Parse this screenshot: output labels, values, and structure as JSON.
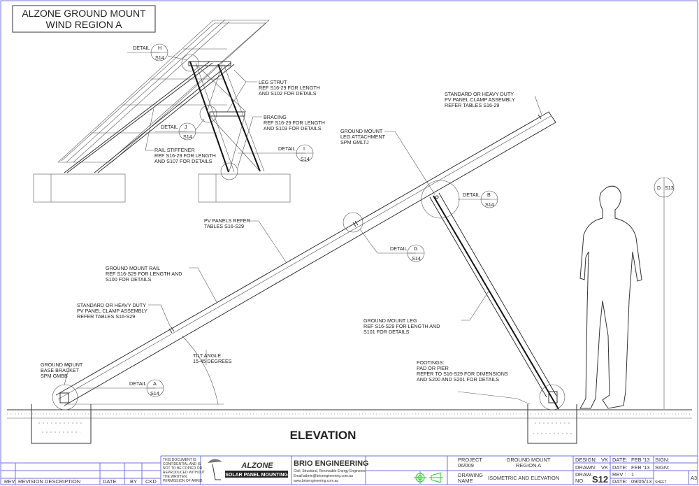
{
  "title": {
    "line1": "ALZONE GROUND MOUNT",
    "line2": "WIND REGION A"
  },
  "view_label": "ELEVATION",
  "details": [
    {
      "name": "detail-h",
      "label": "DETAIL",
      "letter": "H",
      "sheet": "S14"
    },
    {
      "name": "detail-j",
      "label": "DETAIL",
      "letter": "J",
      "sheet": "S14"
    },
    {
      "name": "detail-i",
      "label": "DETAIL",
      "letter": "I",
      "sheet": "S14"
    },
    {
      "name": "detail-b",
      "label": "DETAIL",
      "letter": "B",
      "sheet": "S14"
    },
    {
      "name": "detail-g",
      "label": "DETAIL",
      "letter": "G",
      "sheet": "S14"
    },
    {
      "name": "detail-a",
      "label": "DETAIL",
      "letter": "A",
      "sheet": "S14"
    },
    {
      "name": "detail-d",
      "label": "",
      "letter": "D",
      "sheet": "S13"
    }
  ],
  "notes": {
    "leg_strut": [
      "LEG STRUT",
      "REF S16-29 FOR LENGTH",
      "AND S102 FOR DETAILS"
    ],
    "bracing": [
      "BRACING",
      "REF S16-29 FOR LENGTH",
      "AND S103 FOR DETAILS"
    ],
    "rail_stiffener": [
      "RAIL STIFFENER",
      "REF S16-29 FOR LENGTH",
      "AND S107 FOR DETAILS"
    ],
    "clamp_top": [
      "STANDARD OR HEAVY DUTY",
      "PV PANEL CLAMP ASSEMBLY",
      "REFER TABLES S16-29"
    ],
    "leg_attachment": [
      "GROUND MOUNT",
      "LEG ATTACHMENT",
      "SPM GMLTJ"
    ],
    "pv_panels": [
      "PV PANELS REFER",
      "TABLES S16-S29"
    ],
    "rail": [
      "GROUND MOUNT RAIL",
      "REF S16-S29 FOR LENGTH AND",
      "S100 FOR DETAILS"
    ],
    "clamp_low": [
      "STANDARD OR HEAVY DUTY",
      "PV PANEL CLAMP ASSEMBLY",
      "REFER TABLES S16-S29"
    ],
    "leg": [
      "GROUND MOUNT LEG",
      "REF S16-S29 FOR LENGTH AND",
      "S101 FOR DETAILS"
    ],
    "tilt": [
      "TILT ANGLE",
      "15-45 DEGREES"
    ],
    "base_bracket": [
      "GROUND MOUNT",
      "BASE BRACKET",
      "SPM GMBB"
    ],
    "footings": [
      "FOOTINGS:",
      "PAD OR PIER",
      "REFER TO S16-S29 FOR DIMENSIONS",
      "AND S200 AND S201 FOR DETAILS"
    ]
  },
  "title_block": {
    "rev_headers": [
      "REV",
      "REVISION DESCRIPTION",
      "DATE",
      "BY",
      "CKD"
    ],
    "notice": [
      "THIS DOCUMENT IS",
      "CONFIDENTIAL AND IS",
      "NOT TO BE COPIED OR",
      "REPRODUCED WITHOUT",
      "THE WRITTEN",
      "PERMISSION OF ARRID"
    ],
    "logo": {
      "brand": "ALZONE",
      "sub": "SOLAR PANEL MOUNTING"
    },
    "company": {
      "name": "BRIO ENGINEERING",
      "line1": "Civil, Structural, Renewable Energy Engineers",
      "line2": "Email:admin@brioengineering.com.au",
      "line3": "www.brioengineering.com.au"
    },
    "project_label": "PROJECT",
    "project_no": "06/009",
    "project_name": [
      "GROUND MOUNT",
      "REGION A"
    ],
    "drawing_name_label": [
      "DRAWING",
      "NAME"
    ],
    "drawing_name": "ISOMETRIC AND ELEVATION",
    "design_label": "DESIGN:",
    "design": "VK",
    "drawn_label": "DRAWN:",
    "drawn": "VK",
    "date_label": "DATE:",
    "date1": "FEB '13",
    "date2": "FEB '13",
    "date3": "09/05/13",
    "sign_label": "SIGN:",
    "draw_no_label": [
      "DRAW.",
      "NO."
    ],
    "draw_no": "S12",
    "rev_label": "REV  :",
    "rev": "1",
    "sheet_label": "SHEET",
    "size": "A3"
  }
}
